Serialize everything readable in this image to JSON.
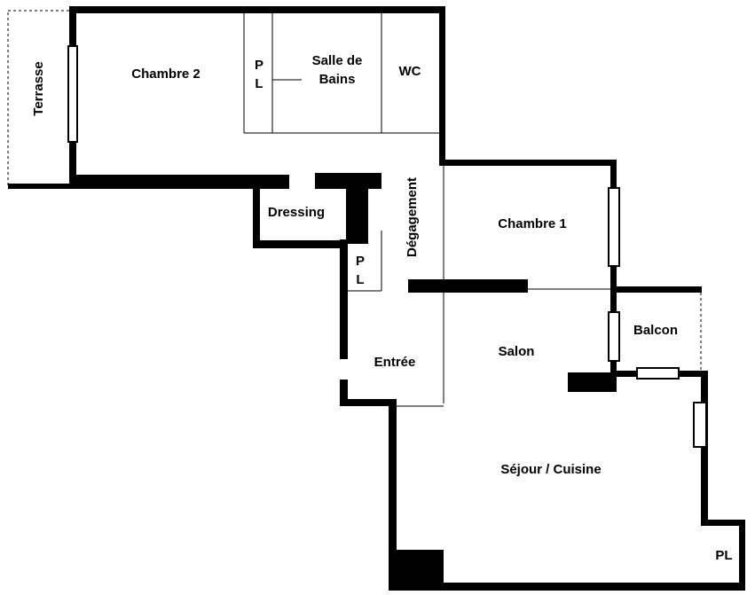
{
  "plan": {
    "rooms": {
      "terrasse": "Terrasse",
      "chambre2": "Chambre 2",
      "pl_top_1": "P",
      "pl_top_2": "L",
      "sdb_1": "Salle de",
      "sdb_2": "Bains",
      "wc": "WC",
      "dressing": "Dressing",
      "pl_mid_1": "P",
      "pl_mid_2": "L",
      "degagement": "Dégagement",
      "chambre1": "Chambre 1",
      "balcon": "Balcon",
      "salon": "Salon",
      "entree": "Entrée",
      "sejour": "Séjour / Cuisine",
      "pl_bottom": "PL"
    },
    "colors": {
      "wall": "#000000",
      "background": "#ffffff"
    }
  }
}
